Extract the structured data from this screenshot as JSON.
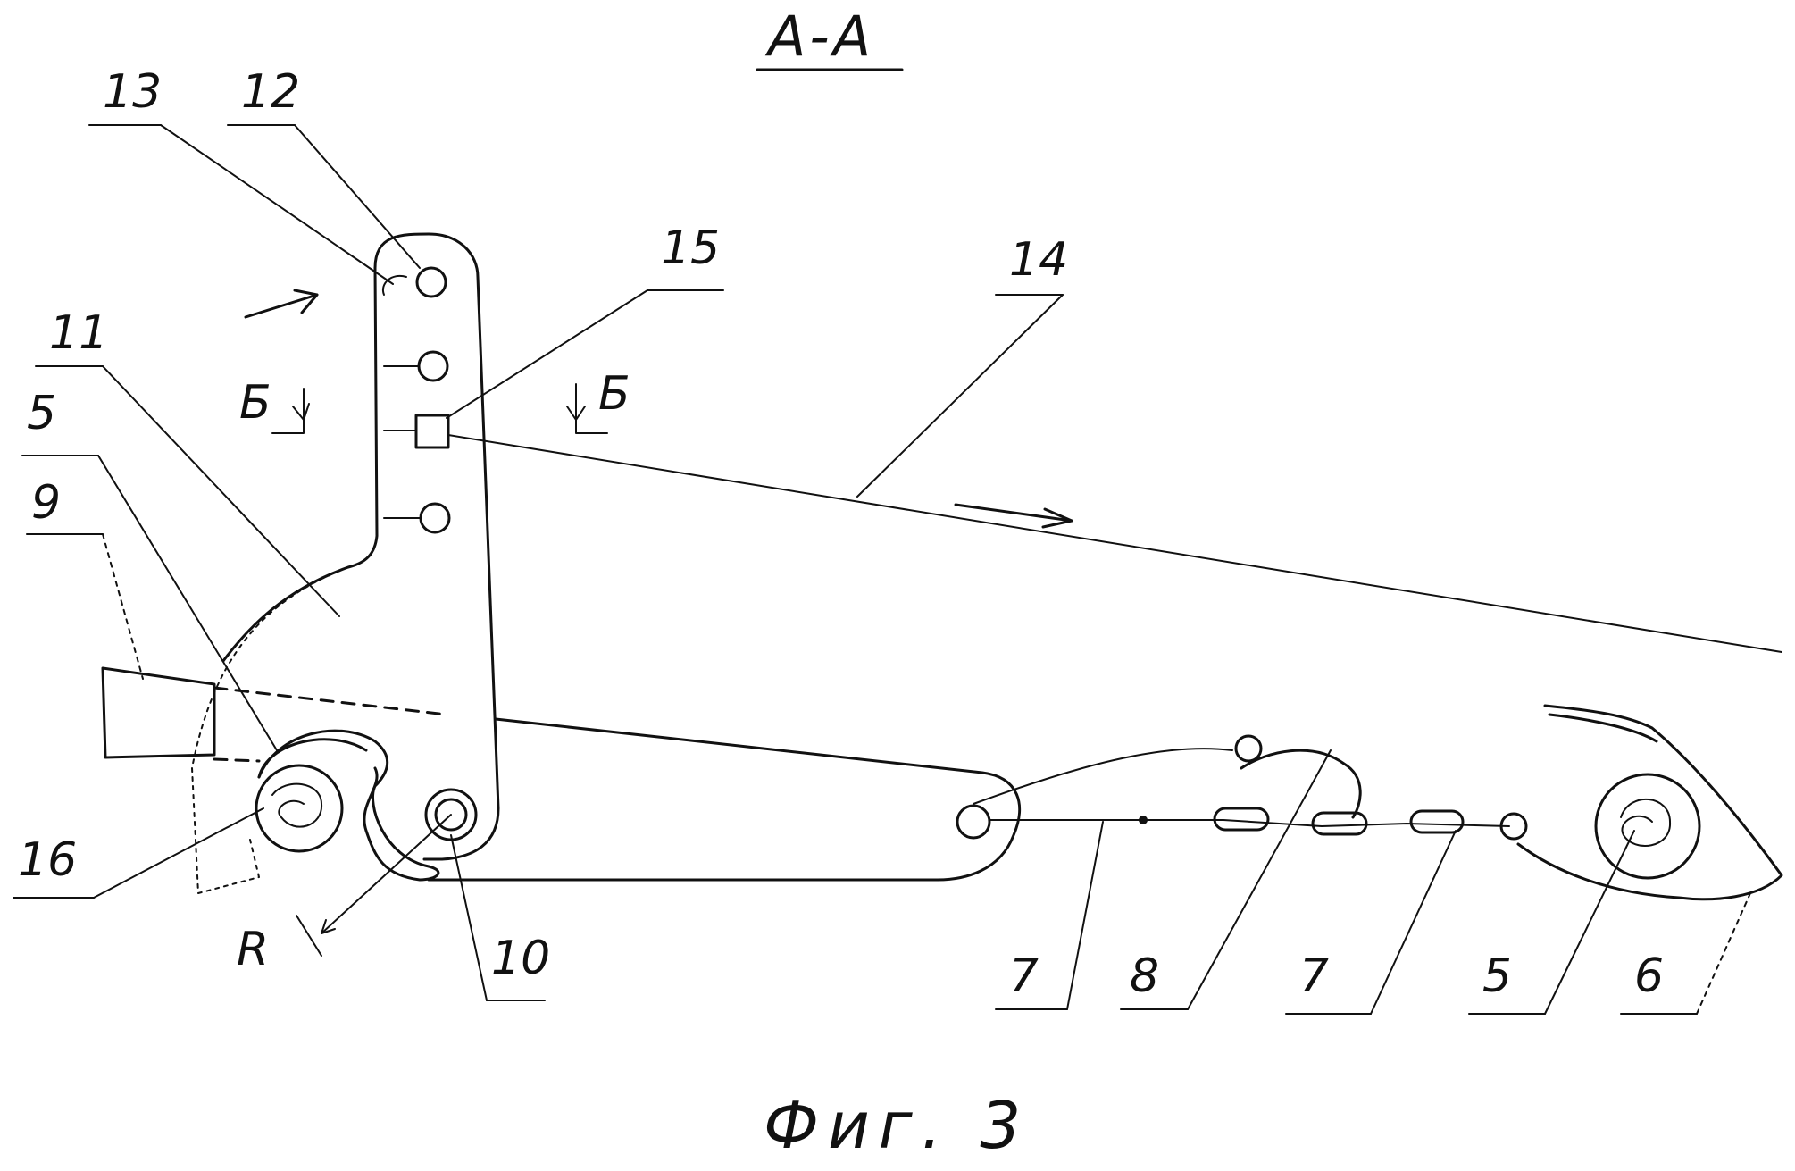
{
  "figure": {
    "section_title": "A-A",
    "caption": "Фиг. 3"
  },
  "labels": {
    "l13": "13",
    "l12": "12",
    "l15": "15",
    "l14": "14",
    "l11": "11",
    "l5a": "5",
    "l9": "9",
    "l16": "16",
    "lR": "R",
    "l10": "10",
    "l7a": "7",
    "l8": "8",
    "l7b": "7",
    "l5b": "5",
    "l6": "6",
    "lB1": "Б",
    "lB2": "Б"
  },
  "colors": {
    "ink": "#111111",
    "paper": "#ffffff"
  }
}
